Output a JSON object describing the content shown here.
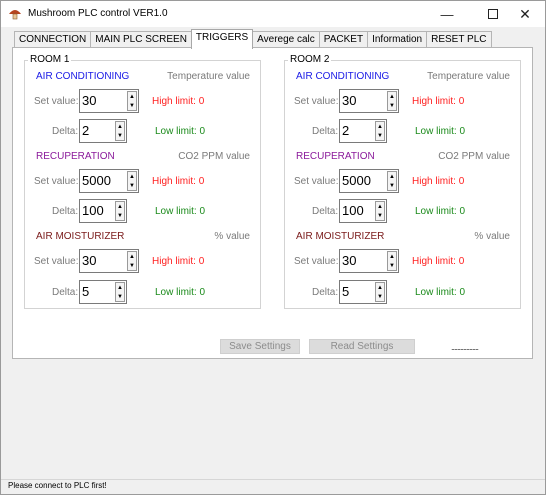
{
  "window": {
    "title": "Mushroom PLC control VER1.0",
    "icons": {
      "app": "mushroom-icon",
      "minimize": "minimize-icon",
      "maximize": "maximize-icon",
      "close": "close-icon"
    }
  },
  "tabs": [
    {
      "label": "CONNECTION"
    },
    {
      "label": "MAIN PLC SCREEN"
    },
    {
      "label": "TRIGGERS"
    },
    {
      "label": "Averege calc"
    },
    {
      "label": "PACKET"
    },
    {
      "label": "Information"
    },
    {
      "label": "RESET PLC"
    }
  ],
  "active_tab": "TRIGGERS",
  "labels": {
    "set_value": "Set value:",
    "delta": "Delta:",
    "high_limit": "High limit:",
    "low_limit": "Low limit:"
  },
  "rooms": [
    {
      "title": "ROOM 1",
      "sections": [
        {
          "title": "AIR CONDITIONING",
          "unit": "Temperature value",
          "set_value": "30",
          "delta": "2",
          "high_limit": "0",
          "low_limit": "0"
        },
        {
          "title": "RECUPERATION",
          "unit": "CO2 PPM value",
          "set_value": "5000",
          "delta": "100",
          "high_limit": "0",
          "low_limit": "0"
        },
        {
          "title": "AIR MOISTURIZER",
          "unit": "% value",
          "set_value": "30",
          "delta": "5",
          "high_limit": "0",
          "low_limit": "0"
        }
      ]
    },
    {
      "title": "ROOM 2",
      "sections": [
        {
          "title": "AIR CONDITIONING",
          "unit": "Temperature value",
          "set_value": "30",
          "delta": "2",
          "high_limit": "0",
          "low_limit": "0"
        },
        {
          "title": "RECUPERATION",
          "unit": "CO2 PPM value",
          "set_value": "5000",
          "delta": "100",
          "high_limit": "0",
          "low_limit": "0"
        },
        {
          "title": "AIR MOISTURIZER",
          "unit": "% value",
          "set_value": "30",
          "delta": "5",
          "high_limit": "0",
          "low_limit": "0"
        }
      ]
    }
  ],
  "buttons": {
    "save": "Save Settings",
    "read": "Read Settings"
  },
  "progress_placeholder": "..................",
  "status": "Please connect to PLC first!",
  "colors": {
    "air_conditioning": "#1a1ae6",
    "recuperation": "#8b1a9b",
    "air_moisturizer": "#7a1a1a",
    "high_limit": "#ff2020",
    "low_limit": "#1a8a1a",
    "disabled_button": "#dcdcdc"
  }
}
